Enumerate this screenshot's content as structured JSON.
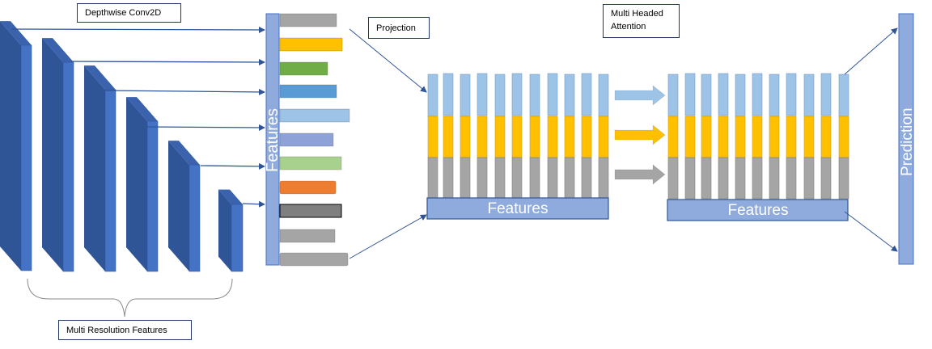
{
  "labels": {
    "depthwise": "Depthwise Conv2D",
    "projection": "Projection",
    "mha_line1": "Multi Headed",
    "mha_line2": "Attention",
    "multires": "Multi Resolution Features",
    "features_vertical": "Features",
    "features_bottom_1": "Features",
    "features_bottom_2": "Features",
    "prediction": "Prediction"
  },
  "colors": {
    "block_front": "#4472c4",
    "block_side": "#2f5597",
    "block_top": "#3b62ad",
    "panel": "#8faadc",
    "panel_border": "#4472c4",
    "arrow": "#2f5597",
    "light_blue": "#9dc3e6",
    "gold": "#ffc000",
    "gray": "#a5a5a5",
    "feature_bars": [
      "#a5a5a5",
      "#ffc000",
      "#70ad47",
      "#5b9bd5",
      "#9dc3e6",
      "#8ea2d8",
      "#a9d18e",
      "#ed7d31",
      "#7f7f7f",
      "#a5a5a5",
      "#a5a5a5"
    ],
    "attention_arrows": [
      "#9dc3e6",
      "#ffc000",
      "#a5a5a5"
    ]
  },
  "icons": {
    "conv_blocks": "3d-block-icon",
    "feature_bars": "feature-bar-icon",
    "columns": "token-column-icon",
    "arrows": "arrow-icon"
  }
}
